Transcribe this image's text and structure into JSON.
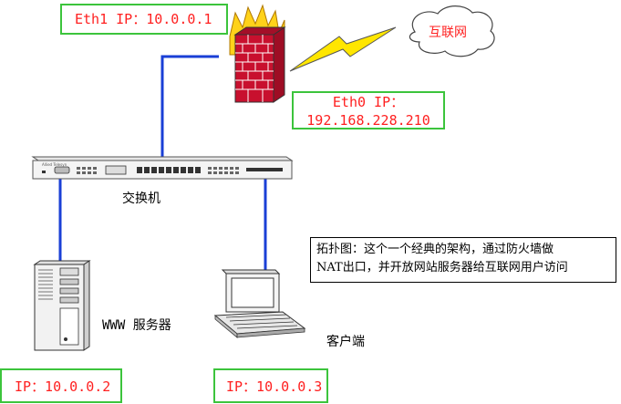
{
  "labels": {
    "eth1": "Eth1 IP：10.0.0.1",
    "eth0_line1": "Eth0 IP：",
    "eth0_line2": "192.168.228.210",
    "internet": "互联网",
    "switch": "交换机",
    "www_server": "WWW 服务器",
    "client": "客户端",
    "ip_server": "IP：10.0.0.2",
    "ip_client": "IP：10.0.0.3",
    "switch_brand": "Allied Telesyn"
  },
  "note": {
    "line1": "拓扑图：这个一个经典的架构，通过防火墙做",
    "line2": "NAT出口，并开放网站服务器给互联网用户访问"
  },
  "colors": {
    "link": "#1a3fd6",
    "label_border": "#3cc43c",
    "label_text": "#ff2020",
    "firewall_brick": "#c8102e",
    "flame": "#ffd21a",
    "lightning": "#ffe600"
  },
  "icons": {
    "firewall": "firewall-icon",
    "cloud": "cloud-icon",
    "lightning": "lightning-icon",
    "switch": "switch-icon",
    "server": "server-icon",
    "laptop": "laptop-icon"
  }
}
